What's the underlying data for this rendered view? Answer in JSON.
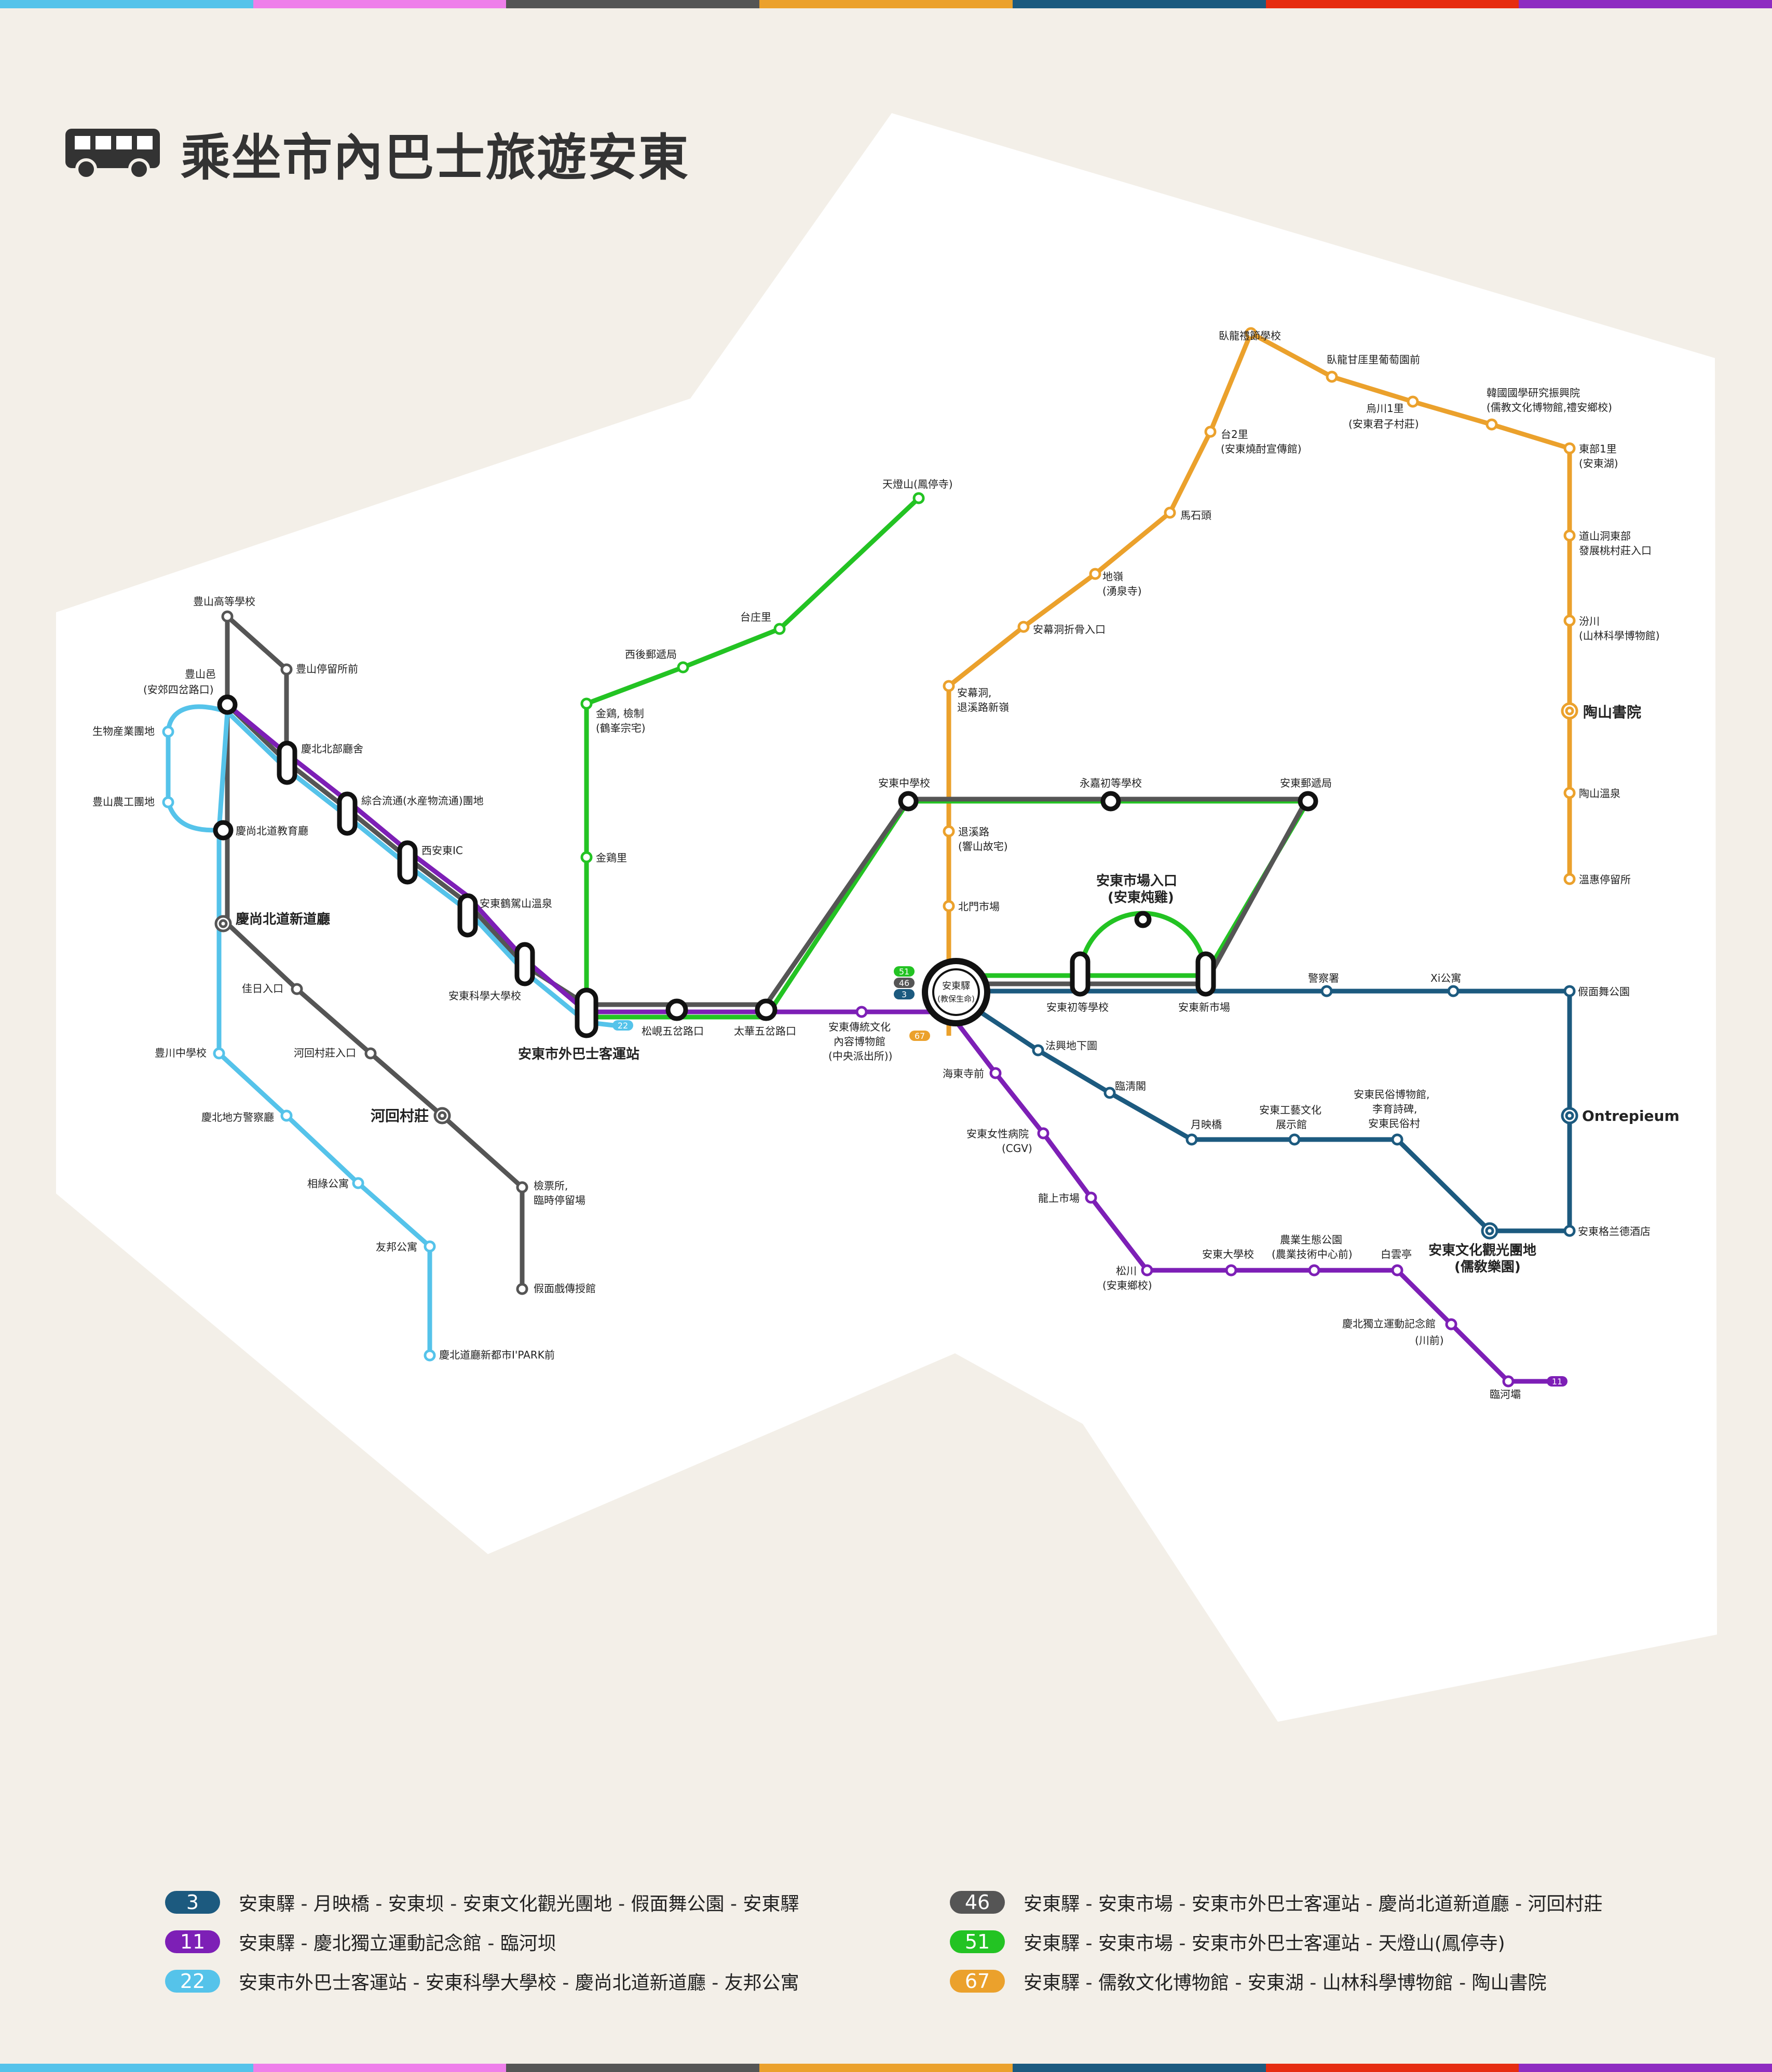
{
  "colors": {
    "r3": "#1c5a7f",
    "r11": "#7d1fb6",
    "r22": "#55c3ea",
    "r46": "#555555",
    "r51": "#23c323",
    "r67": "#eba12c"
  },
  "top_bar": [
    "#55c3ea",
    "#ee7fea",
    "#555555",
    "#eba12c",
    "#1c5a7f",
    "#e62c10",
    "#8e2cc1"
  ],
  "icon": "bus-icon",
  "title": "乘坐市內巴士旅遊安東",
  "badges": {
    "r3": "3",
    "r11": "11",
    "r22": "22",
    "r46": "46",
    "r51": "51",
    "r67": "67"
  },
  "hub_label": [
    "安東驛",
    "(教保生命)"
  ],
  "stations": {
    "wolryeong_etiquette": "臥龍禮節學校",
    "wolryeong_winery": "臥龍甘厓里葡萄園前",
    "ocheon1": "烏川1里",
    "ocheon1_sub": "(安東君子村莊)",
    "korea_studies": "韓國國學研究振興院",
    "korea_studies_sub": "(儒教文化博物館,禮安鄉校)",
    "dongbu1": "東部1里",
    "dongbu1_sub": "(安東湖)",
    "dosan_east": "道山洞東部",
    "dosan_east_sub": "發展桃村莊入口",
    "bunam": "汾川",
    "bunam_sub": "(山林科學博物館)",
    "dosan_seowon": "陶山書院",
    "dosan_hot": "陶山溫泉",
    "ongye": "溫惠停留所",
    "tae2": "台2里",
    "tae2_sub": "(安東燒酎宣傳館)",
    "maseok": "馬石頭",
    "jiryeong": "地嶺",
    "jiryeong_sub": "(湧泉寺)",
    "anmak_turn": "安幕洞折骨入口",
    "anmak": "安幕洞,",
    "anmak_sub": "退溪路新嶺",
    "toegye": "退溪路",
    "toegye_sub": "(響山故宅)",
    "bukmun": "北門市場",
    "cheondeung": "天燈山(鳳停寺)",
    "taejang": "台庄里",
    "seohu_post": "西後郵遞局",
    "geumgye": "金鶏, 檢制",
    "geumgye_sub": "(鶴峯宗宅)",
    "geumgye2": "金鶏里",
    "andong_mid": "安東中學校",
    "yeongho": "永嘉初等學校",
    "andong_post": "安東郵遞局",
    "market_entry": "安東市場入口",
    "market_entry_sub": "(安東炖雞)",
    "andong_elem": "安東初等學校",
    "andong_new_market": "安東新市場",
    "police": "警察署",
    "xi": "Xi公寓",
    "mask_park": "假面舞公園",
    "ontrepieum": "Ontrepieum",
    "grand_hotel": "安東格兰德酒店",
    "poongsan_high": "豊山高等學校",
    "poongsan_stop": "豊山停留所前",
    "poongsan_eup": "豊山邑",
    "poongsan_eup_sub": "(安郊四岔路口)",
    "bio": "生物産業團地",
    "poongsan_ind": "豊山農工團地",
    "gyeongbuk_north": "慶北北部廳舍",
    "gyeongbuk_edu": "慶尚北道教育廳",
    "logistics": "綜合流通(水産物流通)團地",
    "west_ic": "西安東IC",
    "hakga_hot": "安東鶴駕山溫泉",
    "gyeongbuk_office": "慶尚北道新道廳",
    "science_uni": "安東科學大學校",
    "terminal": "安東市外巴士客運站",
    "songhyeon": "松峴五岔路口",
    "taehwa": "太華五岔路口",
    "folk_museum": "安東傳統文化",
    "folk_museum_sub": "內容博物館",
    "folk_museum_sub2": "(中央派出所))",
    "gaui": "佳日入口",
    "poongcheon_mid": "豊川中學校",
    "hahoe_entry": "河回村莊入口",
    "hahoe": "河回村莊",
    "police_north": "慶北地方警察廳",
    "sangnok": "相綠公寓",
    "ticket": "檢票所,",
    "ticket_sub": "臨時停留場",
    "uban": "友邦公寓",
    "mask_hall": "假面戲傳授館",
    "ipark": "慶北道廳新都市I'PARK前",
    "beopheung": "法興地下圖",
    "imcheong": "臨淸閣",
    "woryeong": "月映橋",
    "craft": "安東工藝文化",
    "craft_sub": "展示館",
    "folklore": "安東民俗博物館,",
    "folklore_sub": "李育詩碑,",
    "folklore_sub2": "安東民俗村",
    "culture_park": "安東文化觀光團地",
    "culture_park_sub": "(儒敎樂園)",
    "haedong": "海東寺前",
    "women_hosp": "安東女性病院",
    "women_hosp_sub": "(CGV)",
    "yongsang": "龍上市場",
    "songcheon": "松川",
    "songcheon_sub": "(安東鄉校)",
    "andong_uni": "安東大學校",
    "agri_park": "農業生態公園",
    "agri_park_sub": "(農業技術中心前)",
    "baekun": "白雲亭",
    "independence": "慶北獨立運動記念館",
    "independence_sub": "(川前)",
    "imha": "臨河壩"
  },
  "legend_left": [
    {
      "key": "r3",
      "badge": "3",
      "text": "安東驛 - 月映橋 - 安東坝 - 安東文化觀光團地 - 假面舞公園 - 安東驛"
    },
    {
      "key": "r11",
      "badge": "11",
      "text": "安東驛 - 慶北獨立運動記念館  - 臨河坝"
    },
    {
      "key": "r22",
      "badge": "22",
      "text": "安東市外巴士客運站 - 安東科學大學校 - 慶尚北道新道廳 - 友邦公寓"
    }
  ],
  "legend_right": [
    {
      "key": "r46",
      "badge": "46",
      "text": "安東驛 - 安東市場 - 安東市外巴士客運站 - 慶尚北道新道廳 - 河回村莊"
    },
    {
      "key": "r51",
      "badge": "51",
      "text": " 安東驛 - 安東市場 - 安東市外巴士客運站  - 天燈山(鳳停寺)"
    },
    {
      "key": "r67",
      "badge": "67",
      "text": "安東驛 - 儒敎文化博物館 - 安東湖 - 山林科學博物館 - 陶山書院"
    }
  ]
}
